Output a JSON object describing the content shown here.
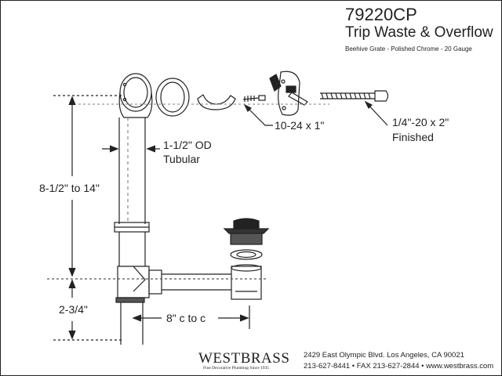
{
  "header": {
    "model": "79220CP",
    "product": "Trip Waste & Overflow",
    "subtitle": "Beehive Grate - Polished Chrome - 20 Gauge"
  },
  "labels": {
    "screw_small": "10-24 x 1\"",
    "screw_large": "1/4\"-20 x 2\"",
    "finish": "Finished",
    "tube_od": "1-1/2\" OD",
    "tube_type": "Tubular",
    "height": "8-1/2\" to 14\"",
    "depth": "2-3/4\"",
    "centers": "8\" c to c"
  },
  "footer": {
    "brand": "WESTBRASS",
    "tagline": "Fine Decorative Plumbing Since 1935",
    "address": "2429 East Olympic Blvd. Los Angeles, CA  90021",
    "contact": "213-627-8441 • FAX 213-627-2844 • www.westbrass.com"
  },
  "colors": {
    "line": "#222222",
    "fill": "#ffffff"
  }
}
